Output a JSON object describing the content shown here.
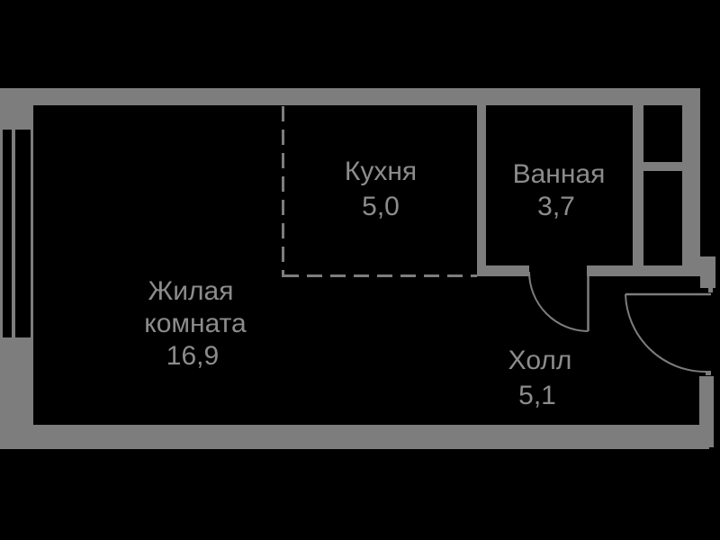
{
  "rooms": {
    "living": {
      "name_line1": "Жилая",
      "name_line2": "комната",
      "area": "16,9"
    },
    "kitchen": {
      "name": "Кухня",
      "area": "5,0"
    },
    "bathroom": {
      "name": "Ванная",
      "area": "3,7"
    },
    "hall": {
      "name": "Холл",
      "area": "5,1"
    }
  },
  "colors": {
    "background": "#000000",
    "wall": "#7d7d7d",
    "label_text": "#8c8c8c"
  }
}
